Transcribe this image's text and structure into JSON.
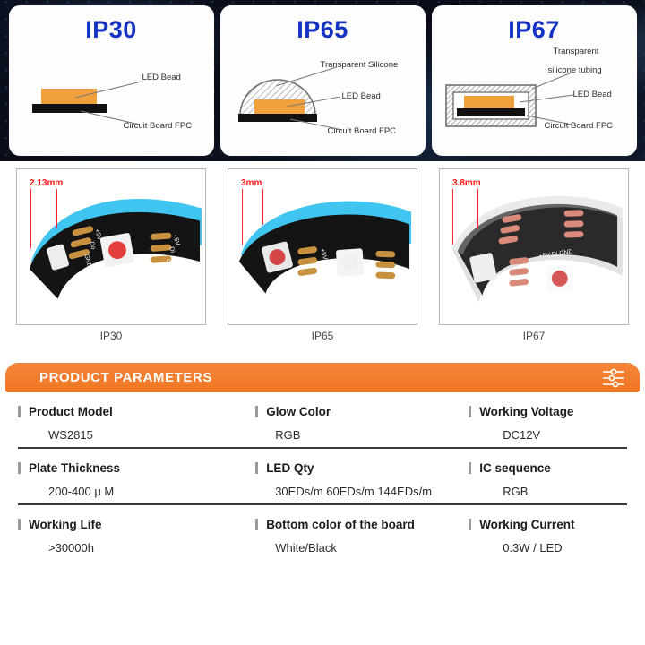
{
  "diagrams": [
    {
      "title": "IP30",
      "type": "bare",
      "labels": [
        "LED Bead",
        "Circuit Board FPC"
      ]
    },
    {
      "title": "IP65",
      "type": "dome",
      "labels": [
        "Transparent Silicone",
        "LED Bead",
        "Circuit Board FPC"
      ]
    },
    {
      "title": "IP67",
      "type": "tube",
      "labels": [
        "Transparent",
        "silicone tubing",
        "LED Bead",
        "Circuit Board FPC"
      ]
    }
  ],
  "photos": [
    {
      "measurement": "2.13mm",
      "caption": "IP30",
      "style": "black-pcb"
    },
    {
      "measurement": "3mm",
      "caption": "IP65",
      "style": "black-pcb-silicone"
    },
    {
      "measurement": "3.8mm",
      "caption": "IP67",
      "style": "tube"
    }
  ],
  "params_header": {
    "title": "PRODUCT PARAMETERS",
    "icon": "sliders-icon",
    "accent_color": "#ef7622"
  },
  "parameters": [
    [
      {
        "label": "Product Model",
        "value": "WS2815"
      },
      {
        "label": "Glow Color",
        "value": "RGB"
      },
      {
        "label": "Working Voltage",
        "value": "DC12V"
      }
    ],
    [
      {
        "label": "Plate Thickness",
        "value": "200-400 μ M"
      },
      {
        "label": "LED Qty",
        "value": "30EDs/m 60EDs/m 144EDs/m"
      },
      {
        "label": "IC sequence",
        "value": "RGB"
      }
    ],
    [
      {
        "label": "Working Life",
        "value": ">30000h"
      },
      {
        "label": "Bottom color of the board",
        "value": "White/Black"
      },
      {
        "label": "Working Current",
        "value": "0.3W / LED"
      }
    ]
  ],
  "colors": {
    "title_blue": "#1433c4",
    "measure_red": "#ff1b1b",
    "led_orange": "#f0a13c",
    "fpc_black": "#111111"
  }
}
